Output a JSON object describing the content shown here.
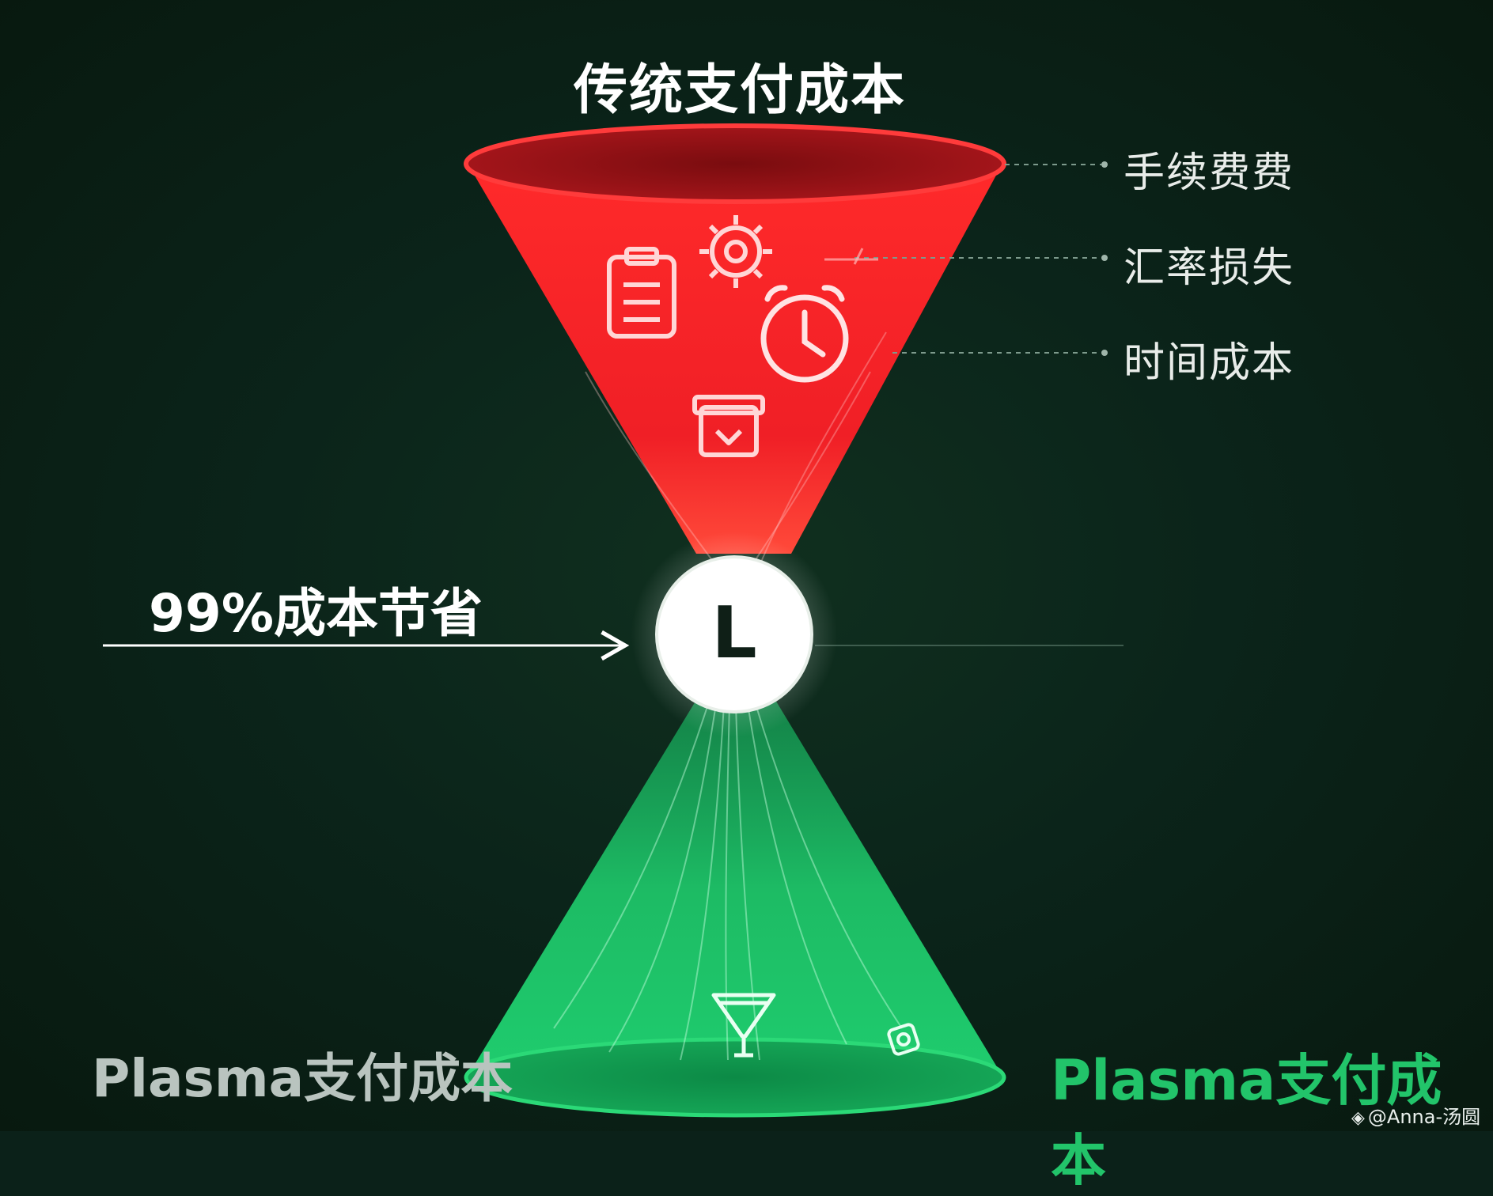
{
  "diagram": {
    "top_title": "传统支付成本",
    "cost_items": [
      {
        "label": "手续费费"
      },
      {
        "label": "汇率损失"
      },
      {
        "label": "时间成本"
      }
    ],
    "savings_label": "99%成本节省",
    "hub_letter": "L",
    "bottom_left_label": "Plasma支付成本",
    "bottom_right_label": "Plasma支付成本",
    "watermark": "@Anna-汤圆",
    "colors": {
      "background": "#0b2119",
      "traditional_funnel": "#f0242b",
      "plasma_funnel": "#1ec66b",
      "plasma_label": "#22c46a",
      "hub": "#ffffff"
    },
    "icons": [
      "clipboard-icon",
      "gear-icon",
      "alarm-clock-icon",
      "heart-box-icon",
      "exchange-arrow-icon",
      "filter-icon",
      "coin-icon",
      "arrow-right-icon",
      "binance-icon"
    ]
  }
}
